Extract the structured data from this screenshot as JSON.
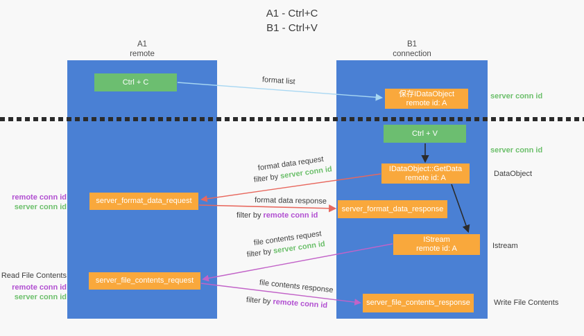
{
  "title": {
    "line1": "A1 - Ctrl+C",
    "line2": "B1 - Ctrl+V"
  },
  "columns": {
    "left": {
      "name": "A1",
      "sub": "remote"
    },
    "right": {
      "name": "B1",
      "sub": "connection"
    }
  },
  "nodes": {
    "ctrl_c": {
      "label": "Ctrl + C"
    },
    "ctrl_v": {
      "label": "Ctrl + V"
    },
    "save_dataobject": {
      "line1": "保存IDataObject",
      "line2": "remote id: A"
    },
    "getdata": {
      "line1": "IDataObject::GetData",
      "line2": "remote id: A"
    },
    "istream": {
      "line1": "IStream",
      "line2": "remote id: A"
    },
    "format_request": {
      "label": "server_format_data_request"
    },
    "format_response": {
      "label": "server_format_data_response"
    },
    "file_request": {
      "label": "server_file_contents_request"
    },
    "file_response": {
      "label": "server_file_contents_response"
    }
  },
  "arrow_labels": {
    "format_list": "format list",
    "format_data_request": "format data request",
    "format_data_response": "format data response",
    "file_contents_request": "file contents request",
    "file_contents_response": "file contents response",
    "filter_by": "filter by",
    "server_conn_id": "server conn id",
    "remote_conn_id": "remote conn id"
  },
  "side_labels": {
    "server_conn_id": "server conn id",
    "remote_conn_id": "remote conn id",
    "dataobject": "DataObject",
    "istream": "Istream",
    "read_file_contents": "Read File Contents",
    "write_file_contents": "Write File Contents"
  },
  "colors": {
    "lifeline_blue": "#4a80d4",
    "node_orange": "#f9a83c",
    "node_green": "#6cbe70",
    "arrow_light_blue": "#a8d7f2",
    "arrow_red": "#e8685e",
    "arrow_magenta": "#c263c8",
    "arrow_black": "#2b2b2b",
    "label_green": "#6cbf6b",
    "label_purple": "#b14fd1"
  }
}
